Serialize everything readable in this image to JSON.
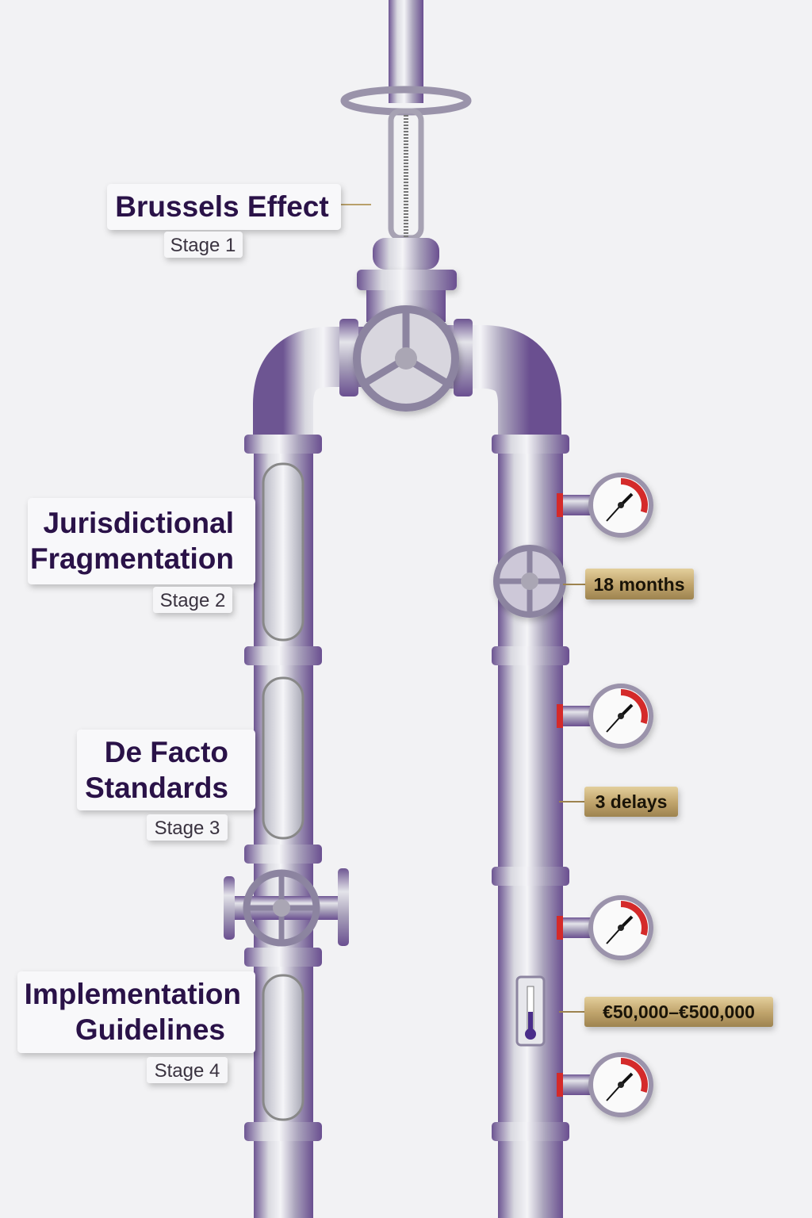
{
  "stages": [
    {
      "title_lines": [
        "Brussels Effect"
      ],
      "stage": "Stage 1"
    },
    {
      "title_lines": [
        "Jurisdictional",
        "Fragmentation"
      ],
      "stage": "Stage 2"
    },
    {
      "title_lines": [
        "De Facto",
        "Standards"
      ],
      "stage": "Stage 3"
    },
    {
      "title_lines": [
        "Implementation",
        "Guidelines"
      ],
      "stage": "Stage 4"
    }
  ],
  "metrics": [
    {
      "label": "18 months",
      "icon": "valve-wheel-icon"
    },
    {
      "label": "3 delays",
      "icon": "pipe-joint-icon"
    },
    {
      "label": "€50,000–€500,000",
      "icon": "thermometer-icon"
    }
  ],
  "gauges": 4,
  "colors": {
    "pipe_purple": "#7a5a9e",
    "steel": "#c9c9d2",
    "label_text": "#2a1248",
    "brass": "#c9b07a",
    "gauge_red": "#d42a2a"
  }
}
